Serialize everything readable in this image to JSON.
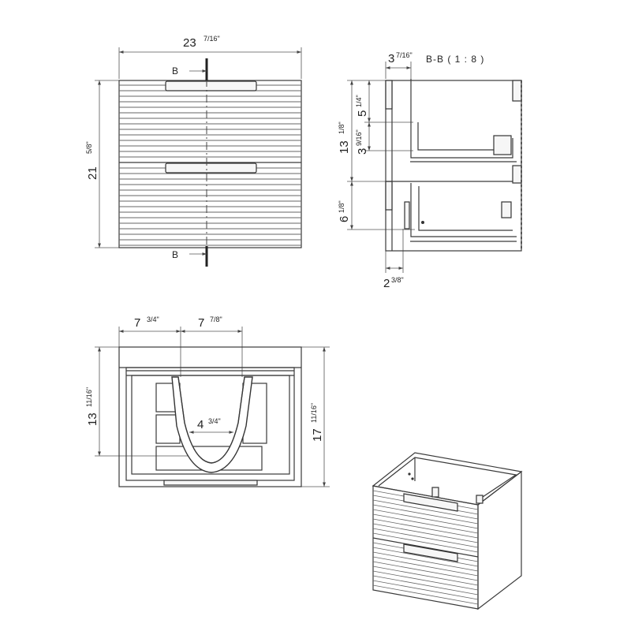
{
  "front_view": {
    "width_whole": "23",
    "width_fraction": "7/16\"",
    "height_whole": "21",
    "height_fraction": "5/8\"",
    "section_marker_top": "B",
    "section_marker_bottom": "B"
  },
  "section_view": {
    "title": "B-B ( 1 : 8 )",
    "top_offset_whole": "3",
    "top_offset_fraction": "7/16\"",
    "upper_dim_whole": "5",
    "upper_dim_fraction": "1/4\"",
    "height_whole": "13",
    "height_fraction": "1/8\"",
    "drawer_dim_whole": "3",
    "drawer_dim_fraction": "9/16\"",
    "lower_dim_whole": "6",
    "lower_dim_fraction": "1/8\"",
    "bottom_offset_whole": "2",
    "bottom_offset_fraction": "3/8\""
  },
  "top_view": {
    "left_whole": "7",
    "left_fraction": "3/4\"",
    "cutout_whole": "7",
    "cutout_fraction": "7/8\"",
    "inner_depth_whole": "13",
    "inner_depth_fraction": "11/16\"",
    "depth_whole": "17",
    "depth_fraction": "11/16\"",
    "cutout_depth_whole": "4",
    "cutout_depth_fraction": "3/4\""
  },
  "colors": {
    "line": "#3a3a3a",
    "dimension": "#555555",
    "background": "#ffffff"
  }
}
